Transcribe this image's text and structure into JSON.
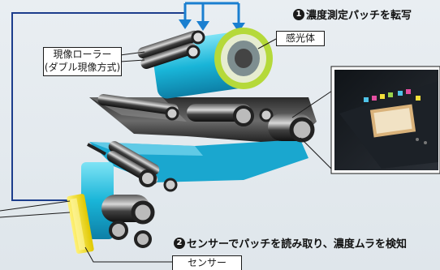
{
  "labels": {
    "developing_roller": {
      "line1": "現像ローラー",
      "line2": "(ダブル現像方式)"
    },
    "photoconductor": "感光体",
    "sensor": "センサー"
  },
  "steps": [
    {
      "number": "1",
      "text": "濃度測定パッチを転写"
    },
    {
      "number": "2",
      "text": "センサーでパッチを読み取り、濃度ムラを検知"
    }
  ],
  "colors": {
    "arrow_blue": "#1a7fd0",
    "cyan_toner": "#19b5d8",
    "photoconductor_ring": "#b5d93a",
    "sensor_yellow": "#f4e21a",
    "line_navy": "#1c3d8c"
  },
  "icons": [
    "printer-photo-inset"
  ]
}
